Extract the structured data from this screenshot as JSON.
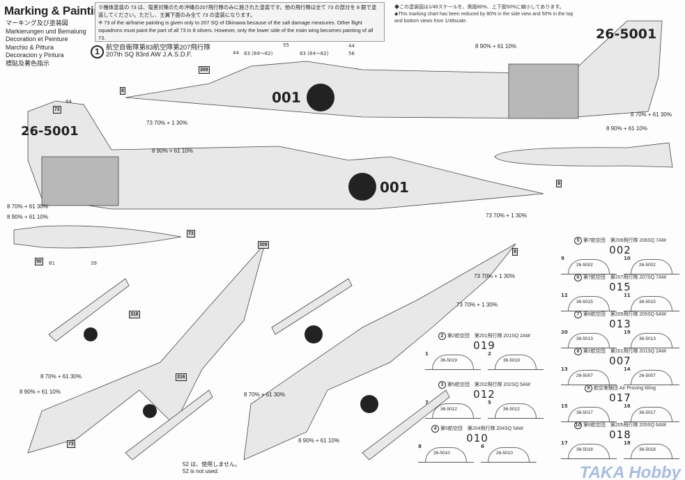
{
  "header": {
    "title": "Marking & Painting",
    "languages": [
      "マーキング及び塗装図",
      "Markierungen und Bemalung",
      "Decoration et Peinture",
      "Marchio & Pittura",
      "Decoracion y Pintura",
      "標貼及著色指示"
    ]
  },
  "note": {
    "jp": "※機体塗装の 73 は、塩害対策のため沖縄の207飛行隊のみに施された塗装です。他の飛行隊は全て 73 の部分を 8 銀で塗装してください。ただし、主翼下面のみ全て 73 の塗装になります。",
    "en": "※ 73 of the airframe painting is given only to 207 SQ of Okinawa because of the salt damage measures. Other flight squadrons must paint the part of all 73 in 8 silvers. However, only the lower side of the main wing becomes painting of all 73."
  },
  "scale_note": {
    "jp": "◆この塗装図は1/48スケールを、側面80%、上下面50%に縮小してあります。",
    "en": "◆This marking chart has been reduced by 80% in the side view and 50% in the top and bottom views from 1/48scale."
  },
  "section1": {
    "number": "1",
    "jp": "航空自衛隊第83航空隊第207飛行隊",
    "en": "207th SQ 83rd AW J.A.S.D.F."
  },
  "markings": {
    "nose_number": "001",
    "tail_number": "26-5001"
  },
  "color_mixes": {
    "silver_90": "8 90% + 61 10%",
    "silver_70": "8 70% + 61 30%",
    "grey_70": "73 70% + 1 30%"
  },
  "callouts": [
    "44",
    "83 (84〜82)",
    "55",
    "83 (84〜82)",
    "44",
    "56",
    "309",
    "8",
    "73",
    "94",
    "8",
    "73",
    "50",
    "81",
    "39",
    "316",
    "316",
    "309",
    "8",
    "73",
    "52"
  ],
  "variants": [
    {
      "num": "2",
      "unit": "第2航空団　第201飛行隊",
      "en": "201SQ 2AW",
      "code": "019",
      "left": "36-5019",
      "right": "36-5019",
      "decals": [
        "1",
        "2"
      ]
    },
    {
      "num": "3",
      "unit": "第5航空団　第202飛行隊",
      "en": "202SQ 5AW",
      "code": "012",
      "left": "36-5012",
      "right": "36-5012",
      "decals": [
        "7",
        "5"
      ]
    },
    {
      "num": "4",
      "unit": "第5航空団　第204飛行隊",
      "en": "204SQ 5AW",
      "code": "010",
      "left": "26-5010",
      "right": "26-5010",
      "decals": [
        "8",
        "6"
      ]
    },
    {
      "num": "5",
      "unit": "第7航空団　第206飛行隊",
      "en": "206SQ 7AW",
      "code": "002",
      "left": "26-5002",
      "right": "26-5002",
      "decals": [
        "9",
        "10"
      ]
    },
    {
      "num": "6",
      "unit": "第7航空団　第207飛行隊",
      "en": "207SQ 7AW",
      "code": "015",
      "left": "36-5015",
      "right": "36-5015",
      "decals": [
        "12",
        "11"
      ]
    },
    {
      "num": "7",
      "unit": "第6航空団　第205飛行隊",
      "en": "205SQ 6AW",
      "code": "013",
      "left": "36-5013",
      "right": "36-5013",
      "decals": [
        "20",
        "19"
      ]
    },
    {
      "num": "8",
      "unit": "第2航空団　第201飛行隊",
      "en": "201SQ 2AW",
      "code": "007",
      "left": "26-5007",
      "right": "26-5007",
      "decals": [
        "13",
        "14"
      ]
    },
    {
      "num": "9",
      "unit": "航空実験団",
      "en": "Air Proving Wing",
      "code": "017",
      "left": "36-5017",
      "right": "36-5017",
      "decals": [
        "15",
        "16"
      ]
    },
    {
      "num": "10",
      "unit": "第6航空団　第205飛行隊",
      "en": "205SQ 6AW",
      "code": "018",
      "left": "36-5018",
      "right": "36-5018",
      "decals": [
        "17",
        "18"
      ]
    }
  ],
  "not_used": {
    "jp": "52 は、使用しません。",
    "en": "52 is not used."
  },
  "watermark": "TAKA Hobby"
}
